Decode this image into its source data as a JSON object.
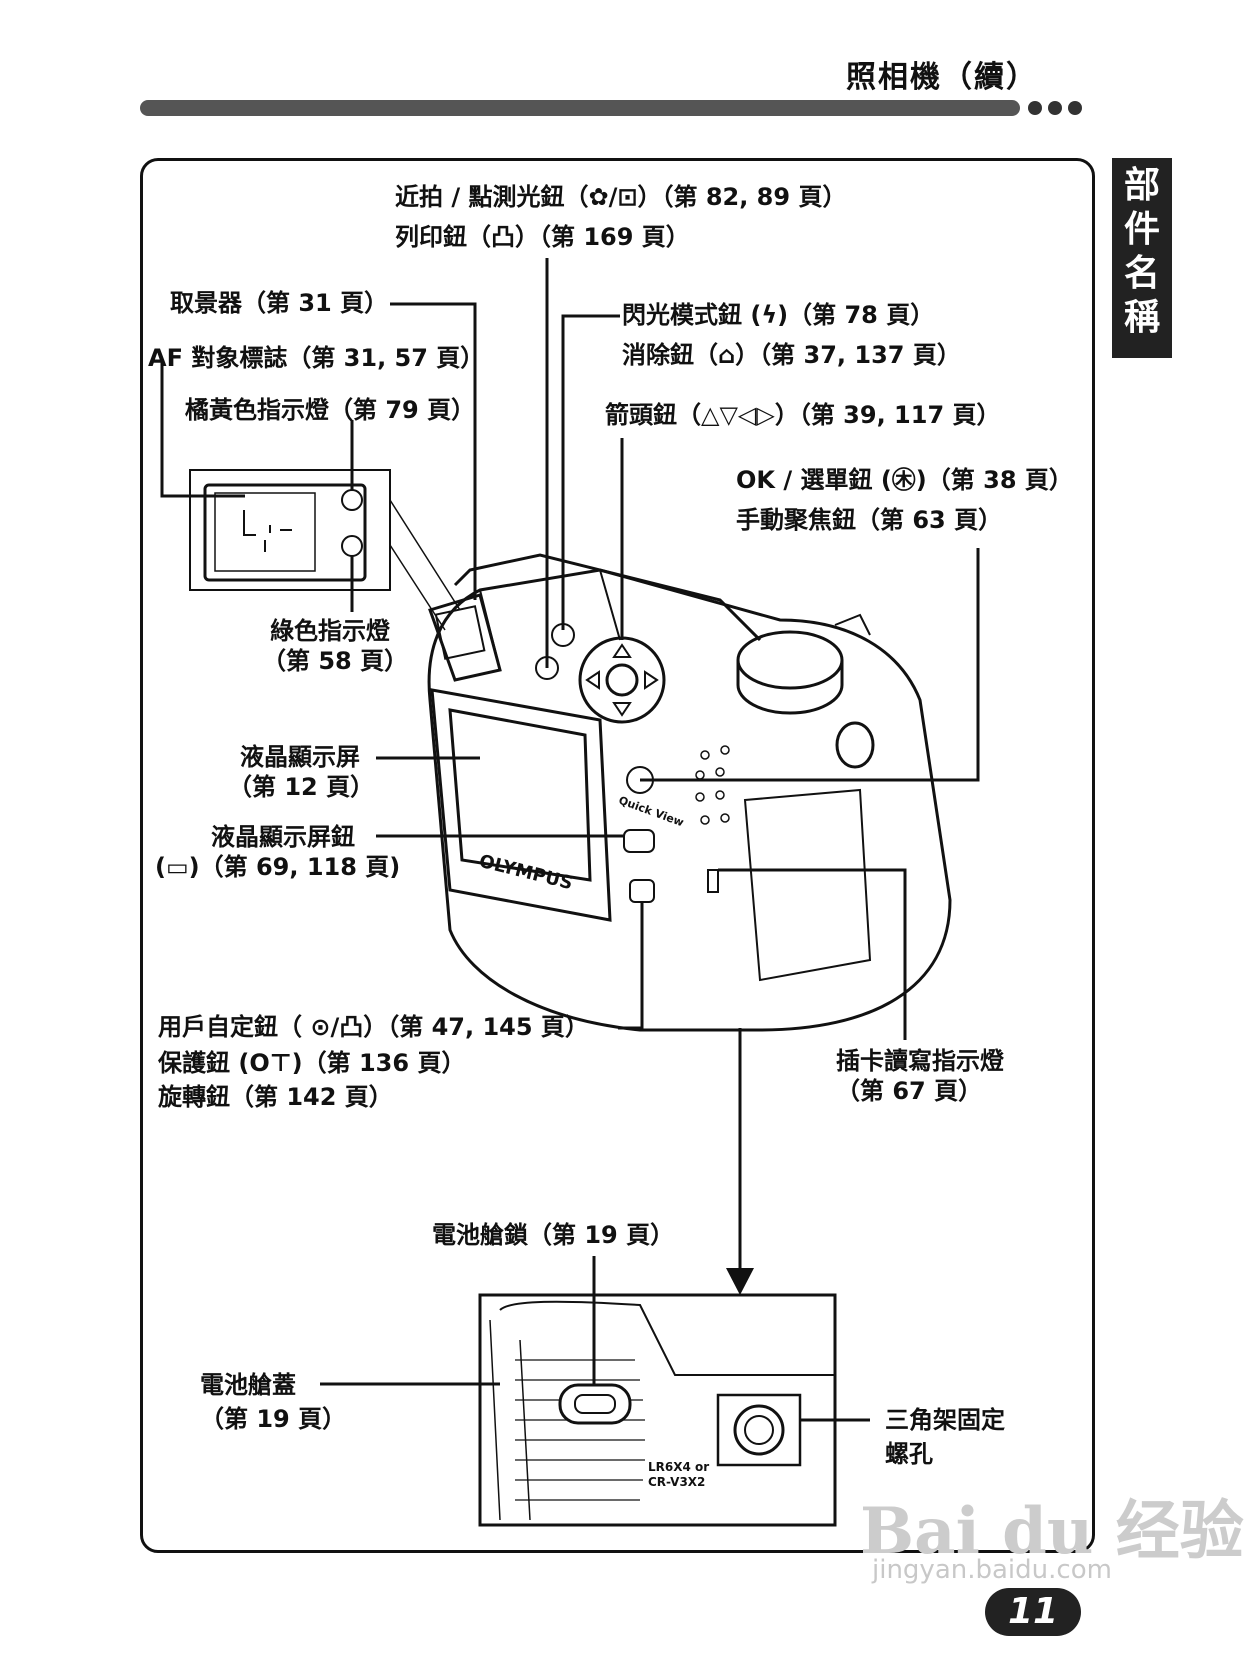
{
  "header": {
    "title": "照相機（續）"
  },
  "side_tab": {
    "text": "部\n件\n名\n稱"
  },
  "page_number": "11",
  "watermark": {
    "brand": "Bai du 经验",
    "url": "jingyan.baidu.com"
  },
  "labels": {
    "macro": "近拍 / 點測光鈕（✿/⊡）（第 82, 89 頁）",
    "print": "列印鈕（凸）（第 169 頁）",
    "viewfinder": "取景器（第 31 頁）",
    "af_mark": "AF 對象標誌（第 31, 57 頁）",
    "orange_lamp": "橘黃色指示燈（第 79 頁）",
    "flash_mode": "閃光模式鈕 (ϟ)（第 78 頁）",
    "erase": "消除鈕（⌂）（第 37, 137 頁）",
    "arrow": "箭頭鈕（△▽◁▷）（第 39, 117 頁）",
    "ok_menu": "OK / 選單鈕 (㊍)（第 38 頁）",
    "manual_focus": "手動聚焦鈕（第 63 頁）",
    "green_lamp_1": "綠色指示燈",
    "green_lamp_2": "（第 58 頁）",
    "lcd_1": "液晶顯示屏",
    "lcd_2": "（第 12 頁）",
    "lcd_btn_1": "液晶顯示屏鈕",
    "lcd_btn_2": "(▭)（第 69, 118 頁)",
    "custom_1": "用戶自定鈕（ ⊙/凸）（第 47, 145 頁）",
    "custom_2": "保護鈕 (O⊤)（第 136 頁）",
    "custom_3": "旋轉鈕（第 142 頁）",
    "card_1": "插卡讀寫指示燈",
    "card_2": "（第 67 頁）",
    "battery_lock": "電池艙鎖（第 19 頁）",
    "battery_cover_1": "電池艙蓋",
    "battery_cover_2": "（第 19 頁）",
    "tripod_1": "三角架固定",
    "tripod_2": "螺孔",
    "brand_on_camera": "OLYMPUS",
    "quick_view": "Quick View",
    "battery_text_1": "LR6X4 or",
    "battery_text_2": "CR-V3X2"
  }
}
